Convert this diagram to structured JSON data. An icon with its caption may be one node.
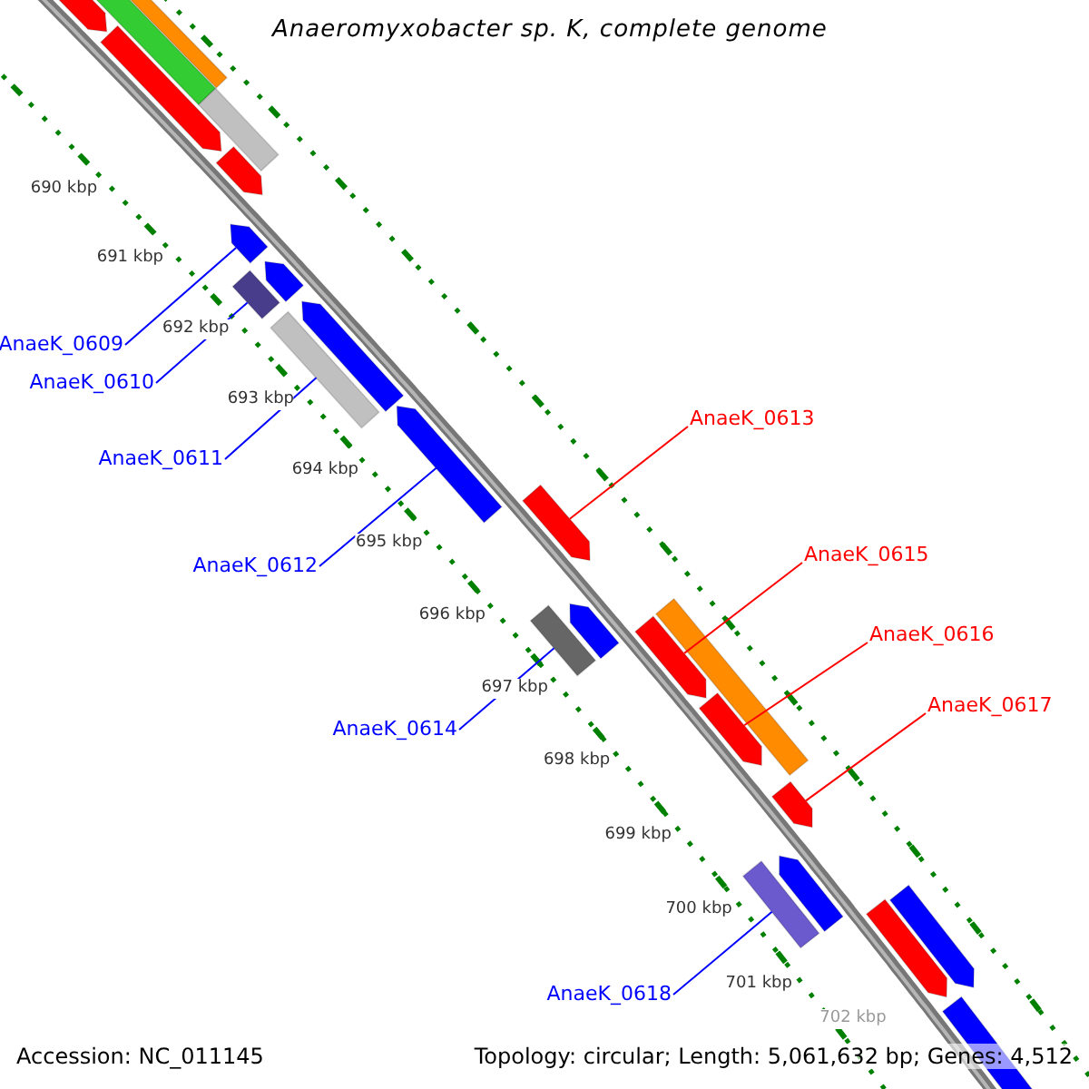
{
  "diagram": {
    "title": "Anaeromyxobacter sp. K, complete genome",
    "nodes": [
      {
        "text": [
          "AnaeK_0609"
        ]
      },
      {
        "text": [
          "AnaeK_0610"
        ]
      },
      {
        "text": [
          "AnaeK_0613"
        ]
      },
      {
        "text": [
          "AnaeK_0611"
        ]
      },
      {
        "text": [
          "AnaeK_0615"
        ]
      },
      {
        "text": [
          "AnaeK_0612"
        ]
      },
      {
        "text": [
          "AnaeK_0616"
        ]
      },
      {
        "text": [
          "AnaeK_0617"
        ]
      },
      {
        "text": [
          "AnaeK_0614"
        ]
      },
      {
        "text": [
          "AnaeK_0618"
        ]
      },
      {
        "text": [],
        "shape": "bar"
      },
      {
        "text": [],
        "shape": "bar"
      },
      {
        "text": [],
        "shape": "bar"
      },
      {
        "text": [],
        "shape": "bar"
      },
      {
        "text": [],
        "shape": "bar"
      },
      {
        "text": [],
        "shape": "bar"
      },
      {
        "text": [],
        "shape": "bar"
      },
      {
        "text": [],
        "shape": "bar"
      },
      {
        "text": [],
        "shape": "bar"
      },
      {
        "text": [],
        "shape": "bar"
      }
    ],
    "edges": [
      {
        "from": 0,
        "to": 10,
        "arrow": "none"
      },
      {
        "from": 1,
        "to": 11,
        "arrow": "none"
      },
      {
        "from": 2,
        "to": 12,
        "arrow": "none",
        "color": "#ff0000"
      },
      {
        "from": 3,
        "to": 13,
        "arrow": "none"
      },
      {
        "from": 4,
        "to": 14,
        "arrow": "none",
        "color": "#ff0000"
      },
      {
        "from": 5,
        "to": 15,
        "arrow": "none"
      },
      {
        "from": 6,
        "to": 16,
        "arrow": "none",
        "color": "#ff0000"
      },
      {
        "from": 7,
        "to": 17,
        "arrow": "none",
        "color": "#ff0000"
      },
      {
        "from": 8,
        "to": 18,
        "arrow": "none"
      },
      {
        "from": 9,
        "to": 19,
        "arrow": "none"
      }
    ],
    "labels": [
      "690 kbp",
      "691 kbp",
      "692 kbp",
      "693 kbp",
      "694 kbp",
      "695 kbp",
      "696 kbp",
      "697 kbp",
      "698 kbp",
      "699 kbp",
      "700 kbp",
      "701 kbp",
      "702 kbp",
      "Accession: NC_011145",
      "Topology: circular; Length: 5,061,632 bp; Genes: 4,512"
    ]
  }
}
